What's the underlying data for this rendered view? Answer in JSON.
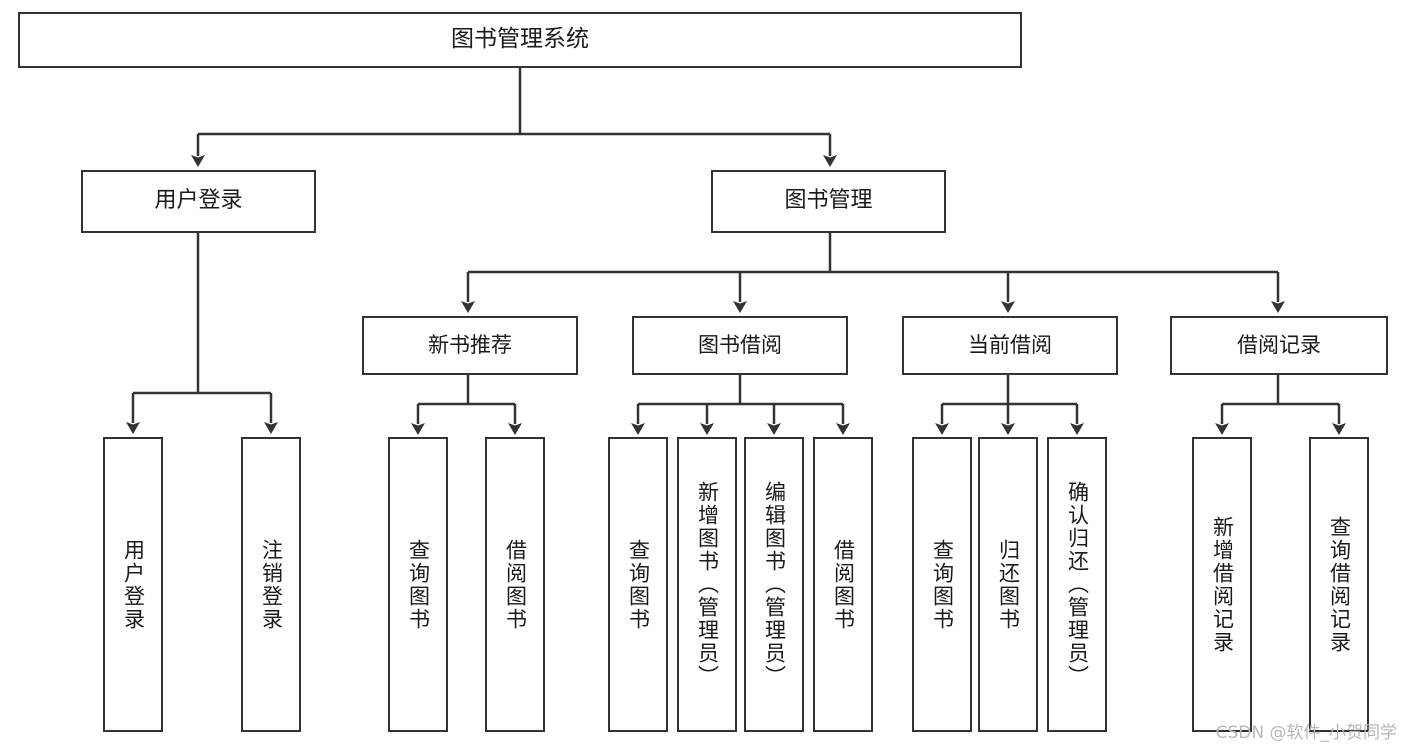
{
  "diagram": {
    "title": "图书管理系统",
    "watermark": "CSDN @软件_小贺同学",
    "accent_color": "#333333",
    "background_color": "#ffffff",
    "root": {
      "label": "图书管理系统"
    },
    "level2": [
      {
        "label": "用户登录"
      },
      {
        "label": "图书管理"
      }
    ],
    "level3": [
      {
        "label": "新书推荐"
      },
      {
        "label": "图书借阅"
      },
      {
        "label": "当前借阅"
      },
      {
        "label": "借阅记录"
      }
    ],
    "leaves": [
      {
        "label": "用户登录",
        "parent": "用户登录"
      },
      {
        "label": "注销登录",
        "parent": "用户登录"
      },
      {
        "label": "查询图书",
        "parent": "新书推荐"
      },
      {
        "label": "借阅图书",
        "parent": "新书推荐"
      },
      {
        "label": "查询图书",
        "parent": "图书借阅"
      },
      {
        "label": "新增图书（管理员）",
        "parent": "图书借阅"
      },
      {
        "label": "编辑图书（管理员）",
        "parent": "图书借阅"
      },
      {
        "label": "借阅图书",
        "parent": "图书借阅"
      },
      {
        "label": "查询图书",
        "parent": "当前借阅"
      },
      {
        "label": "归还图书",
        "parent": "当前借阅"
      },
      {
        "label": "确认归还（管理员）",
        "parent": "当前借阅"
      },
      {
        "label": "新增借阅记录",
        "parent": "借阅记录"
      },
      {
        "label": "查询借阅记录",
        "parent": "借阅记录"
      }
    ]
  }
}
